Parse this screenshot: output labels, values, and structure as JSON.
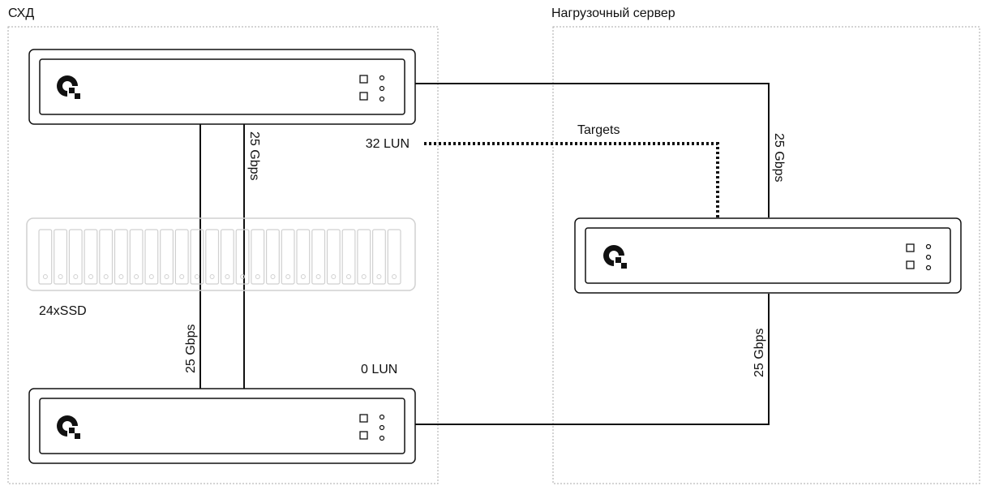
{
  "zones": {
    "storage": {
      "title": "СХД"
    },
    "load_server": {
      "title": "Нагрузочный сервер"
    }
  },
  "links": {
    "top_to_server": "25 Gbps",
    "controllers_right": "25 Gbps",
    "controllers_left": "25 Gbps",
    "server_to_bottom": "25 Gbps",
    "targets": "Targets"
  },
  "controllers": {
    "top_lun": "32 LUN",
    "bottom_lun": "0 LUN"
  },
  "drive_shelf": {
    "label": "24xSSD",
    "drive_count": 24
  },
  "icons": {
    "device_logo": "logo-icon",
    "indicator": "indicator-icon"
  },
  "colors": {
    "line": "#111111",
    "dotted_border": "#aaaaaa",
    "ghost": "#d0d0d0"
  }
}
